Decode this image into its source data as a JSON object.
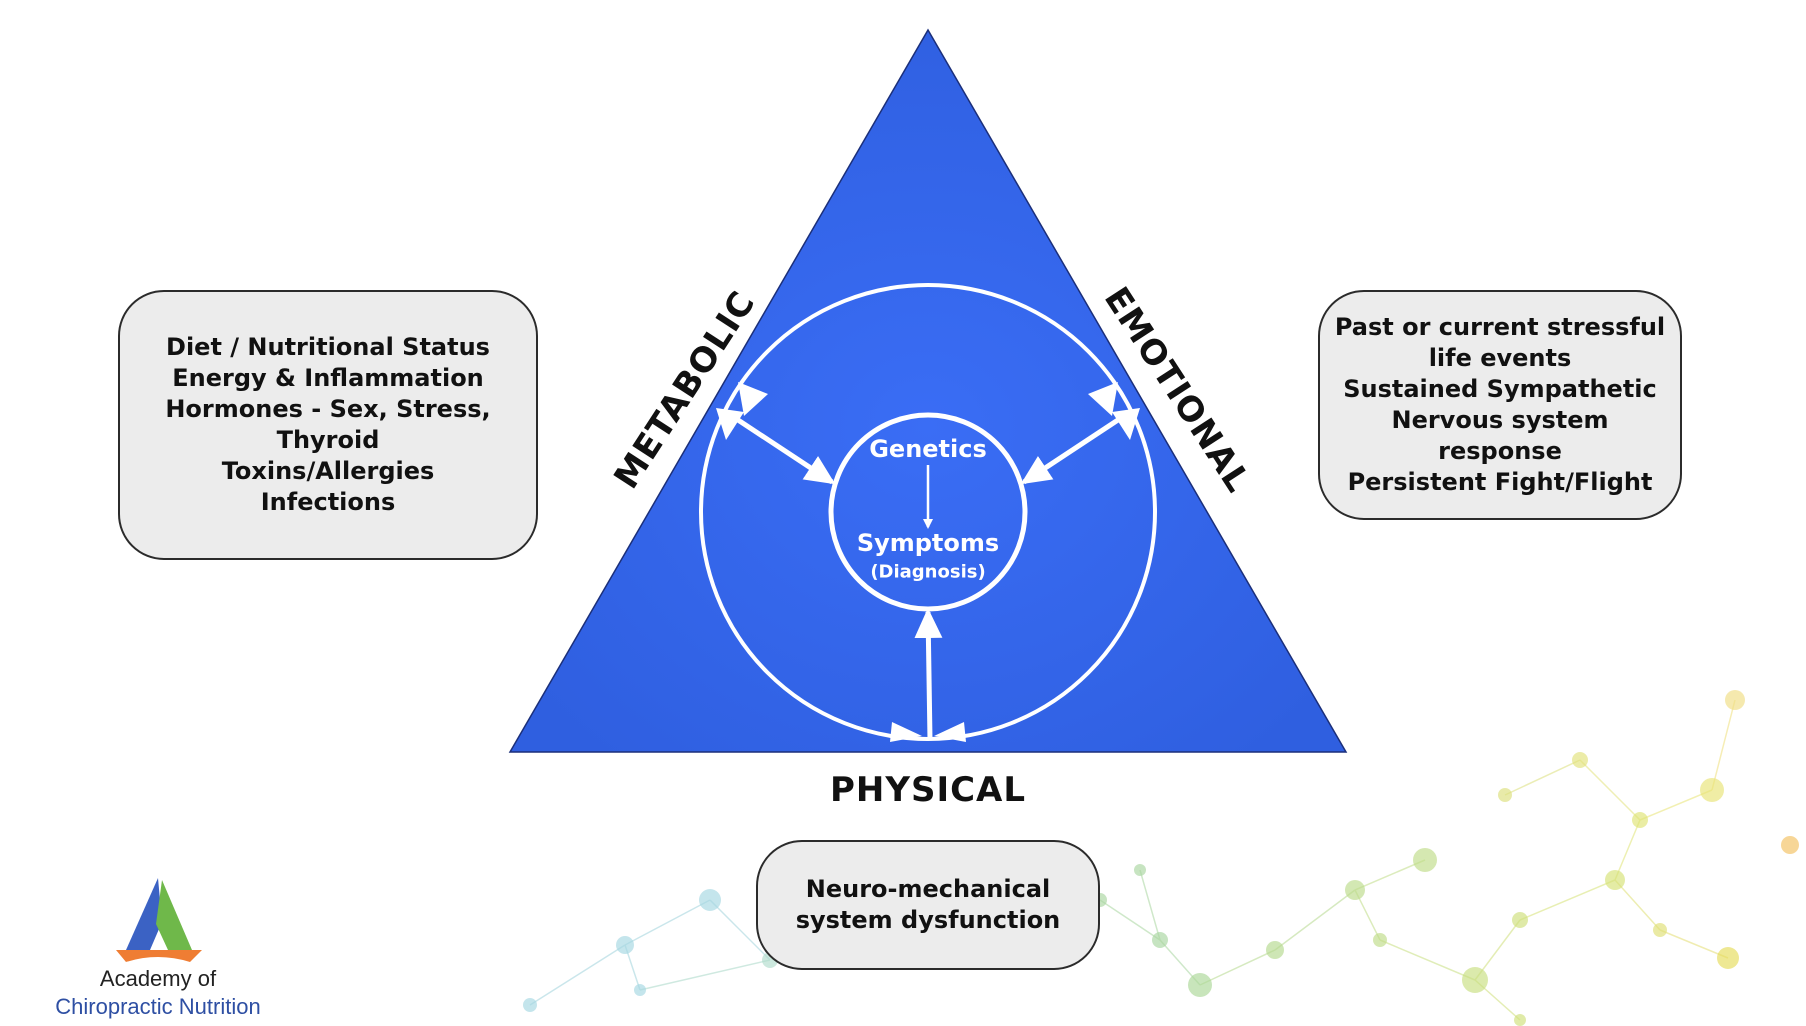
{
  "triangle": {
    "labels": {
      "metabolic": "METABOLIC",
      "emotional": "EMOTIONAL",
      "physical": "PHYSICAL"
    },
    "center": {
      "top": "Genetics",
      "bottom": "Symptoms",
      "note": "(Diagnosis)"
    },
    "fill_start": "#2f5fe0",
    "fill_end": "#3a6df5"
  },
  "boxes": {
    "metabolic": [
      "Diet / Nutritional Status",
      "Energy & Inflammation",
      "Hormones - Sex, Stress,",
      "Thyroid",
      "Toxins/Allergies",
      "Infections"
    ],
    "emotional": [
      "Past or current stressful",
      "life events",
      "Sustained Sympathetic",
      "Nervous system",
      "response",
      "Persistent Fight/Flight"
    ],
    "physical": [
      "Neuro-mechanical",
      "system dysfunction"
    ]
  },
  "logo": {
    "line1": "Academy of",
    "line2": "Chiropractic Nutrition",
    "colors": [
      "#3b62c4",
      "#6fb84a",
      "#ef7d33"
    ]
  }
}
